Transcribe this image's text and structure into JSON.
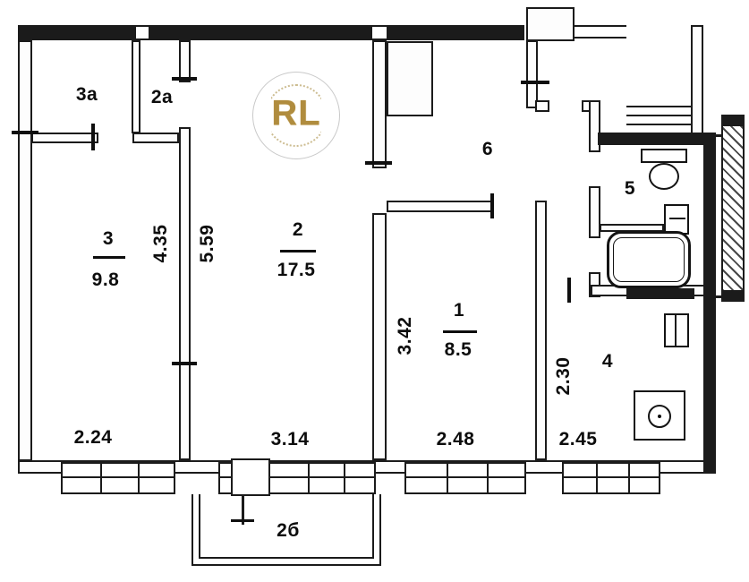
{
  "watermark": {
    "initials": "RL"
  },
  "rooms": {
    "r3a": {
      "label": "3а"
    },
    "r2a": {
      "label": "2а"
    },
    "r3": {
      "number": "3",
      "area": "9.8",
      "width": "2.24",
      "height": "4.35"
    },
    "r2": {
      "number": "2",
      "area": "17.5",
      "width": "3.14",
      "height": "5.59"
    },
    "r6": {
      "number": "6"
    },
    "r1": {
      "number": "1",
      "area": "8.5",
      "width": "2.48",
      "height": "3.42"
    },
    "r5": {
      "number": "5"
    },
    "r4": {
      "number": "4",
      "width": "2.45",
      "height": "2.30"
    },
    "balcony": {
      "label": "2б"
    }
  }
}
